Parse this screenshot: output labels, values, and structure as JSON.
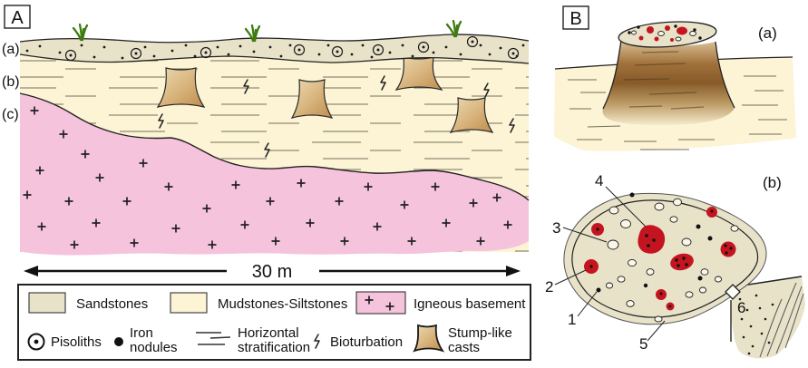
{
  "colors": {
    "sandstone": "#e8e2c9",
    "mudstone": "#fcf4d5",
    "igneous_basement": "#f5c3dc",
    "stump_light": "#ecd9b2",
    "stump_dark": "#bf8c4c",
    "red_nodule": "#c41420",
    "grass_green": "#3e7c12",
    "outline": "#1a1a1a"
  },
  "panel_a": {
    "label": "A",
    "layer_labels": [
      "(a)",
      "(b)",
      "(c)"
    ],
    "scale_label": "30 m"
  },
  "panel_b": {
    "label": "B",
    "view_labels": [
      "(a)",
      "(b)"
    ],
    "callouts": [
      "1",
      "2",
      "3",
      "4",
      "5",
      "6"
    ]
  },
  "legend": {
    "row1": [
      {
        "label": "Sandstones"
      },
      {
        "label": "Mudstones-Siltstones"
      },
      {
        "label": "Igneous basement"
      }
    ],
    "row2": [
      {
        "line1": "Pisoliths",
        "line2": ""
      },
      {
        "line1": "Iron",
        "line2": "nodules"
      },
      {
        "line1": "Horizontal",
        "line2": "stratification"
      },
      {
        "line1": "Bioturbation",
        "line2": ""
      },
      {
        "line1": "Stump-like",
        "line2": "casts"
      }
    ]
  }
}
